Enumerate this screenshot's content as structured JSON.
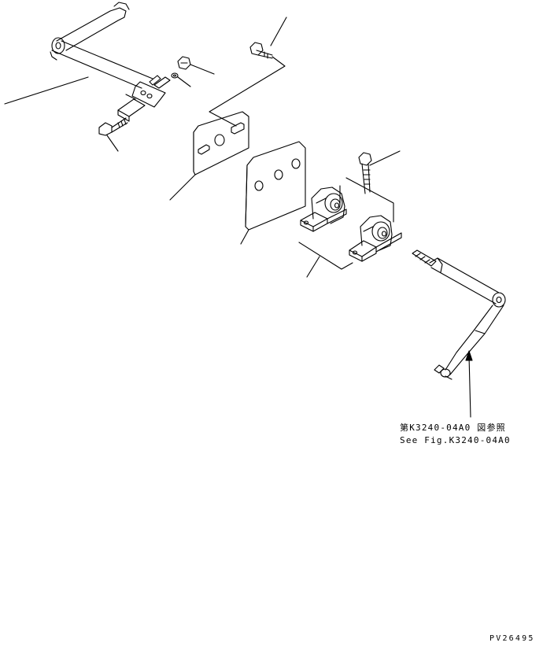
{
  "reference": {
    "note_ja": "第K3240-04A0 図参照",
    "note_en": "See Fig.K3240-04A0"
  },
  "figure_code": "PV26495"
}
